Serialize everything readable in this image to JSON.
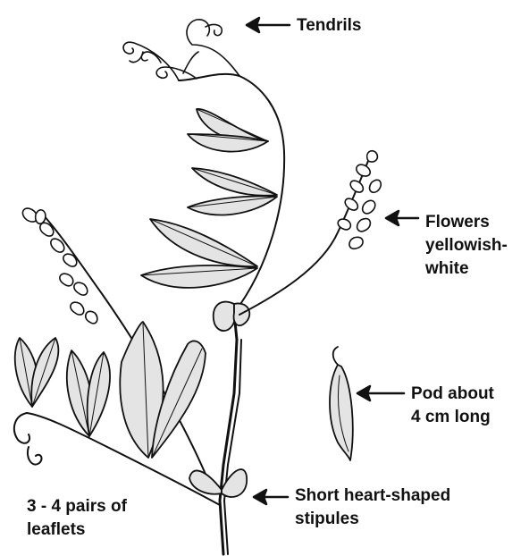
{
  "labels": {
    "tendrils": [
      "Tendrils"
    ],
    "flowers": [
      "Flowers",
      "yellowish-",
      "white"
    ],
    "pod": [
      "Pod about",
      "4 cm long"
    ],
    "stipules": [
      "Short heart-shaped",
      "stipules"
    ],
    "leaflets": [
      "3 - 4 pairs of",
      "leaflets"
    ]
  },
  "colors": {
    "ink": "#111111",
    "leaf_fill": "#e4e4e4",
    "background": "#ffffff"
  }
}
